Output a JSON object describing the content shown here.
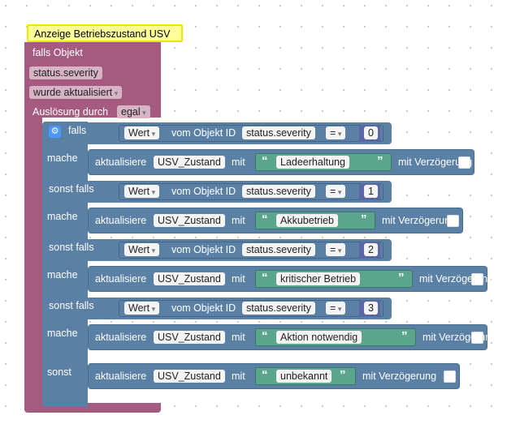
{
  "comment": "Anzeige Betriebszustand USV",
  "trigger": {
    "header": "falls Objekt",
    "object": "status.severity",
    "event": "wurde aktualisiert",
    "ausloesung_label": "Auslösung durch",
    "ausloesung_value": "egal"
  },
  "branches": [
    {
      "label": "falls",
      "field": "Wert",
      "von_label": "vom Objekt ID",
      "object": "status.severity",
      "op": "=",
      "value": "0",
      "mache": "mache",
      "action": "aktualisiere",
      "var": "USV_Zustand",
      "mit": "mit",
      "text": "Ladeerhaltung",
      "delay": "mit Verzögerung"
    },
    {
      "label": "sonst falls",
      "field": "Wert",
      "von_label": "vom Objekt ID",
      "object": "status.severity",
      "op": "=",
      "value": "1",
      "mache": "mache",
      "action": "aktualisiere",
      "var": "USV_Zustand",
      "mit": "mit",
      "text": "Akkubetrieb",
      "delay": "mit Verzögerung"
    },
    {
      "label": "sonst falls",
      "field": "Wert",
      "von_label": "vom Objekt ID",
      "object": "status.severity",
      "op": "=",
      "value": "2",
      "mache": "mache",
      "action": "aktualisiere",
      "var": "USV_Zustand",
      "mit": "mit",
      "text": "kritischer Betrieb",
      "delay": "mit Verzögerung"
    },
    {
      "label": "sonst falls",
      "field": "Wert",
      "von_label": "vom Objekt ID",
      "object": "status.severity",
      "op": "=",
      "value": "3",
      "mache": "mache",
      "action": "aktualisiere",
      "var": "USV_Zustand",
      "mit": "mit",
      "text": "Aktion notwendig",
      "delay": "mit Verzögerung"
    }
  ],
  "else_branch": {
    "label": "sonst",
    "action": "aktualisiere",
    "var": "USV_Zustand",
    "mit": "mit",
    "text": "unbekannt",
    "delay": "mit Verzögerung"
  },
  "icons": {
    "gear": "gear-icon",
    "quote_open": "“",
    "quote_close": "”"
  }
}
